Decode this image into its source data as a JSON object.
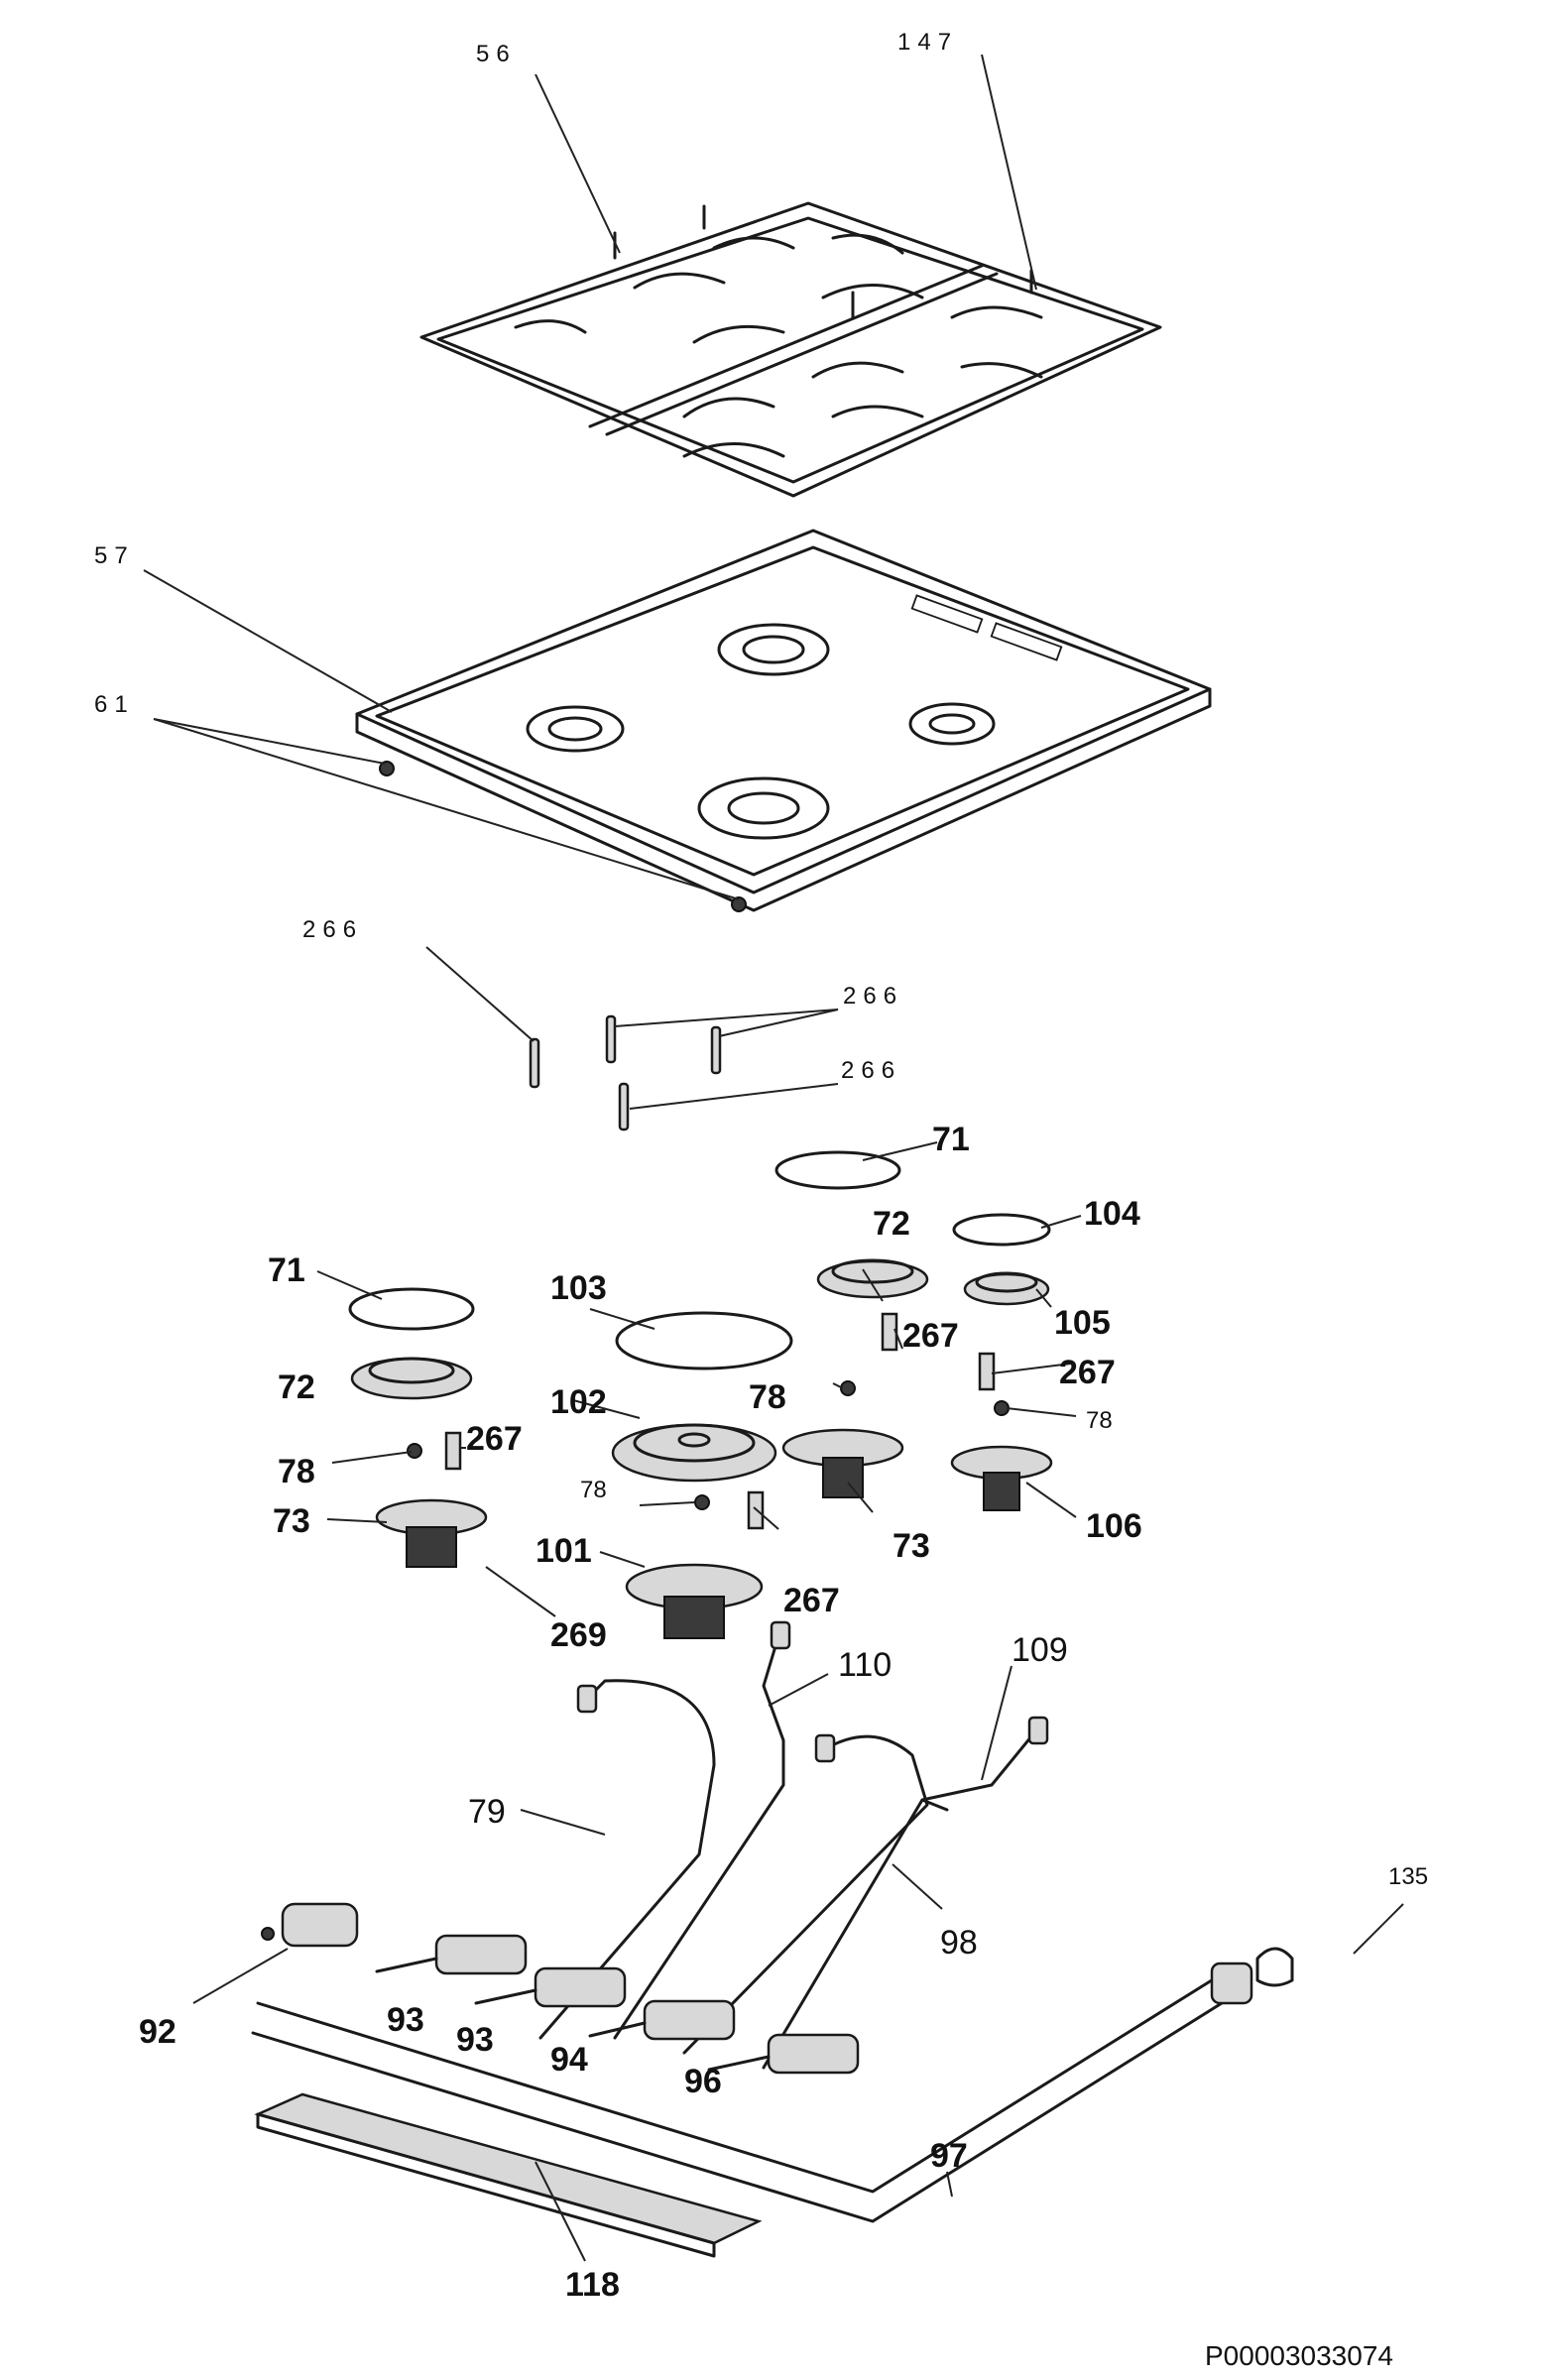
{
  "drawing": {
    "reference": "P00003033074"
  },
  "labels": {
    "l56": "56",
    "l147": "147",
    "l57": "57",
    "l61": "61",
    "l266a": "266",
    "l266b": "266",
    "l266c": "266",
    "l71a": "71",
    "l71b": "71",
    "l72a": "72",
    "l72b": "72",
    "l104": "104",
    "l103": "103",
    "l105": "105",
    "l267a": "267",
    "l267b": "267",
    "l267c": "267",
    "l267d": "267",
    "l78a": "78",
    "l78b": "78",
    "l78c": "78",
    "l78d": "78",
    "l102": "102",
    "l73a": "73",
    "l73b": "73",
    "l106": "106",
    "l101": "101",
    "l269": "269",
    "l110": "110",
    "l109": "109",
    "l79": "79",
    "l98": "98",
    "l135": "135",
    "l92": "92",
    "l93a": "93",
    "l93b": "93",
    "l94": "94",
    "l96": "96",
    "l97": "97",
    "l118": "118"
  }
}
